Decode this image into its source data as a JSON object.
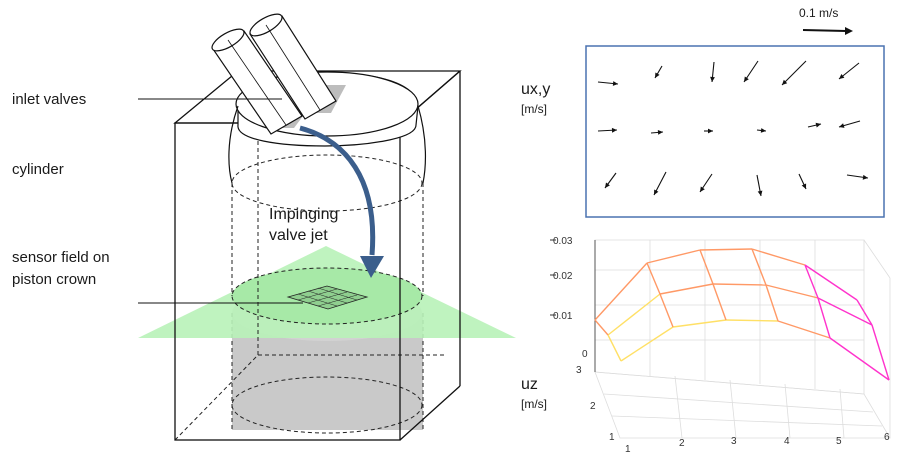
{
  "labels": {
    "inlet": "inlet valves",
    "cylinder": "cylinder",
    "jet_line1": "Impinging",
    "jet_line2": "valve jet",
    "sensor_line1": "sensor field on",
    "sensor_line2": "piston  crown"
  },
  "scale_bar": {
    "label": "0.1 m/s"
  },
  "uxy": {
    "symbol": "ux,y",
    "unit": "[m/s]"
  },
  "uz": {
    "symbol": "uz",
    "unit": "[m/s]"
  },
  "z_ticks": [
    "0.03",
    "0.02",
    "0.01",
    "0"
  ],
  "x_ticks": [
    "1",
    "2",
    "3",
    "4",
    "5",
    "6"
  ],
  "y_ticks": [
    "1",
    "2",
    "3"
  ],
  "colors": {
    "sensor_green": "#b8f2b8",
    "piston_gray": "#c9c9c9",
    "jet_arrow": "#3b5e8c",
    "box_border": "#4a72b0",
    "surface_low": "#ffe066",
    "surface_mid": "#ff9966",
    "surface_high": "#ff33cc"
  }
}
